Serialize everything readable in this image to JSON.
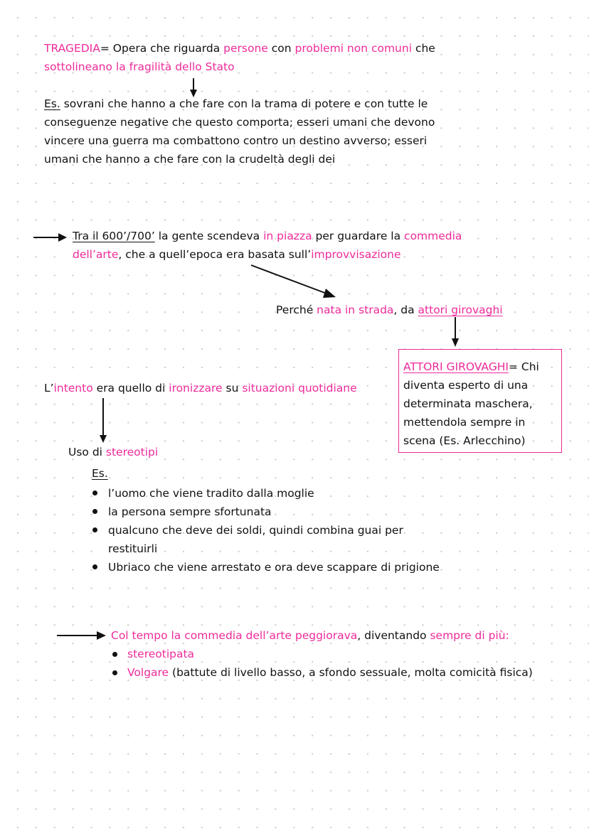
{
  "colors": {
    "accent_pink": "#ee2b9b",
    "text": "#111111",
    "dot_grid": "#c9c9c9"
  },
  "tragedia": {
    "term": "TRAGEDIA",
    "eq": "= Opera che riguarda ",
    "w1": "persone",
    "w2": " con ",
    "w3": "problemi non comuni",
    "w4": " che",
    "line2": "sottolineano la fragilità dello Stato"
  },
  "examples": {
    "es": "Es.",
    "line1": " sovrani che hanno a che fare con la trama di potere e con tutte le",
    "line2": "conseguenze negative che questo comporta; esseri umani che devono",
    "line3": "vincere una guerra ma combattono contro un destino avverso; esseri",
    "line4": "umani che hanno a che fare con la crudeltà degli dei"
  },
  "commedia": {
    "a": "Tra il 600’/700’",
    "b": " la gente scendeva ",
    "c": "in piazza",
    "d": " per guardare la ",
    "e": "commedia",
    "f": "dell’arte",
    "g": ", che a quell’epoca era basata sull’",
    "h": "improvvisazione"
  },
  "perche": {
    "a": "Perché ",
    "b": "nata in strada",
    "c": ", da ",
    "d": "attori girovaghi"
  },
  "box": {
    "term": "ATTORI GIROVAGHI",
    "l1": "= Chi",
    "l2": "diventa esperto di una",
    "l3": "determinata maschera,",
    "l4": "mettendola sempre in",
    "l5": "scena (Es. Arlecchino)"
  },
  "intento": {
    "a": "L’",
    "b": "intento",
    "c": " era quello di ",
    "d": "ironizzare",
    "e": " su ",
    "f": "situazioni quotidiane"
  },
  "stereotipi": {
    "a": "Uso di ",
    "b": "stereotipi",
    "es": "Es.",
    "items": [
      "l’uomo che viene tradito dalla moglie",
      "la persona sempre sfortunata",
      "qualcuno che deve dei soldi, quindi combina guai per",
      "restituirli",
      "Ubriaco che viene arrestato e ora deve scappare di prigione"
    ]
  },
  "tempo": {
    "a": "Col tempo la commedia dell’arte peggiorava",
    "b": ", diventando ",
    "c": "sempre di più:",
    "i1": "stereotipata",
    "i2a": "Volgare",
    "i2b": " (battute di livello basso, a sfondo sessuale, molta comicità fisica)"
  }
}
